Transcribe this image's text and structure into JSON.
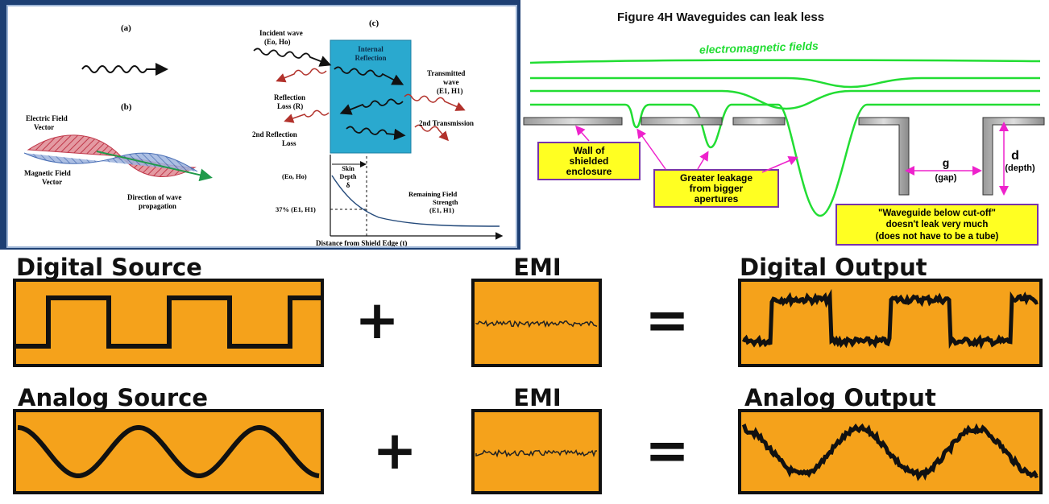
{
  "shield": {
    "label_a": "(a)",
    "label_b": "(b)",
    "label_c": "(c)",
    "electric_field_1": "Electric Field",
    "electric_field_2": "Vector",
    "magnetic_field_1": "Magnetic Field",
    "magnetic_field_2": "Vector",
    "direction_1": "Direction of wave",
    "direction_2": "propagation",
    "incident_1": "Incident wave",
    "incident_2": "(Eo, Ho)",
    "internal_1": "Internal",
    "internal_2": "Reflection",
    "transmitted_1": "Transmitted",
    "transmitted_2": "wave",
    "transmitted_3": "(E1, H1)",
    "reflection_1": "Reflection",
    "reflection_2": "Loss (R)",
    "second_transmission": "2nd Transmission",
    "second_reflection_1": "2nd Reflection",
    "second_reflection_2": "Loss",
    "skin_1": "Skin",
    "skin_2": "Depth",
    "skin_3": "δ",
    "eo_ho": "(Eo, Ho)",
    "pct_37": "37%  (E1, H1)",
    "remaining_1": "Remaining Field",
    "remaining_2": "Strength",
    "remaining_3": "(E1, H1)",
    "distance_axis": "Distance from Shield Edge (t)",
    "colors": {
      "frame": "#1d3f73",
      "shield": "#2aa9cf",
      "wave_red": "#b2322c",
      "arrow_green": "#1f9a4a",
      "curve": "#23497a"
    }
  },
  "waveguide": {
    "figure_title": "Figure 4H     Waveguides can leak less",
    "em_fields": "electromagnetic fields",
    "wall_1": "Wall of",
    "wall_2": "shielded",
    "wall_3": "enclosure",
    "leak_1": "Greater leakage",
    "leak_2": "from bigger",
    "leak_3": "apertures",
    "g_label": "g",
    "gap_label": "(gap)",
    "d_label": "d",
    "depth_label": "(depth)",
    "wg_1": "\"Waveguide below cut-off\"",
    "wg_2": "doesn't leak very much",
    "wg_3": "(does not have to be a tube)",
    "colors": {
      "field_green": "#22dd33",
      "label_yellow": "#ffff22",
      "label_border": "#7733aa",
      "arrow_pink": "#ee22cc"
    }
  },
  "emi": {
    "digital_source": "Digital Source",
    "emi_top": "EMI",
    "digital_output": "Digital Output",
    "analog_source": "Analog Source",
    "emi_bottom": "EMI",
    "analog_output": "Analog Output",
    "plus": "+",
    "equals": "=",
    "colors": {
      "box_fill": "#f5a21b",
      "stroke": "#111111"
    }
  }
}
